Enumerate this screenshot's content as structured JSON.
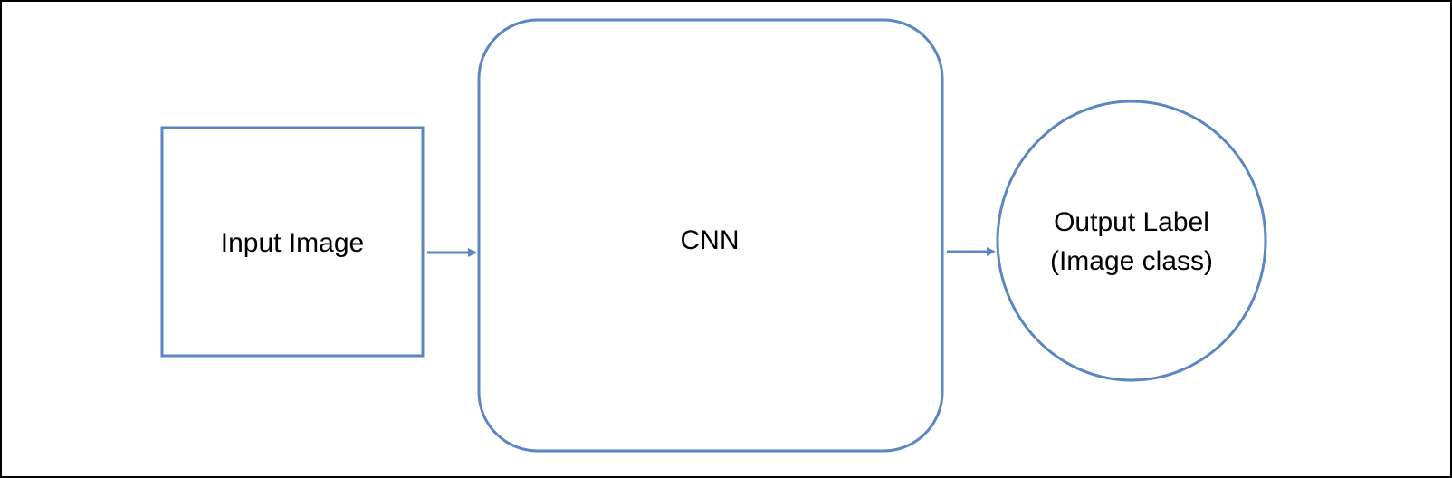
{
  "diagram": {
    "nodes": {
      "input": {
        "label": "Input Image"
      },
      "cnn": {
        "label": "CNN"
      },
      "output": {
        "label_line1": "Output Label",
        "label_line2": "(Image class)"
      }
    },
    "edges": [
      {
        "from": "input",
        "to": "cnn"
      },
      {
        "from": "cnn",
        "to": "output"
      }
    ],
    "colors": {
      "stroke": "#5b86c1",
      "text": "#000000",
      "background": "#ffffff",
      "frame": "#000000"
    }
  }
}
